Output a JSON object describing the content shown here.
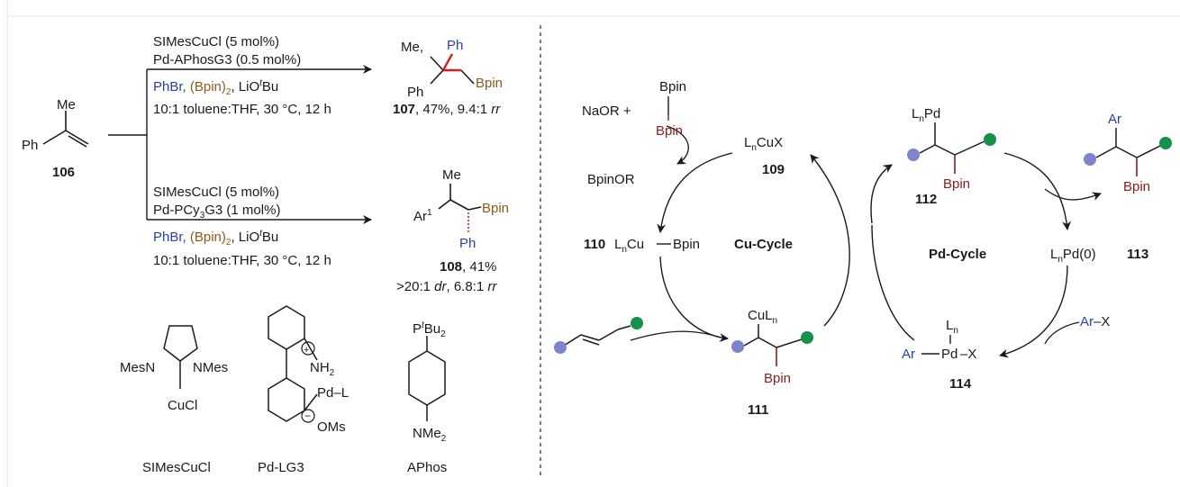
{
  "figure": {
    "colors": {
      "blue": "#2a3fa8",
      "brown": "#8b5a1a",
      "darkred": "#8a1c1c",
      "node_blue": "#7b84cc",
      "node_green": "#16904a"
    }
  },
  "left": {
    "start": {
      "me": "Me",
      "ph": "Ph",
      "id": "106"
    },
    "rxn1": {
      "cond1": "SIMesCuCl (5 mol%)",
      "cond2": "Pd-APhosG3 (0.5 mol%)",
      "cond3_phbr": "PhBr,",
      "cond3_bpin": "(Bpin)",
      "cond3_sub2": "2",
      "cond3_rest": ", LiO",
      "cond3_sup": "t",
      "cond3_bu": "Bu",
      "cond4": "10:1 toluene:THF, 30 °C, 12 h",
      "prod_me": "Me,",
      "prod_ph_top": "Ph",
      "prod_ph_left": "Ph",
      "prod_bpin": "Bpin",
      "label_id": "107",
      "label_rest": ", 47%, 9.4:1",
      "label_rr": "rr"
    },
    "rxn2": {
      "cond1": "SIMesCuCl (5 mol%)",
      "cond2a": "Pd-PCy",
      "cond2sub": "3",
      "cond2b": "G3 (1 mol%)",
      "cond3_phbr": "PhBr,",
      "cond3_bpin": "(Bpin)",
      "cond3_sub2": "2",
      "cond3_rest": ", LiO",
      "cond3_sup": "t",
      "cond3_bu": "Bu",
      "cond4": "10:1 toluene:THF, 30 °C, 12 h",
      "prod_me": "Me",
      "prod_ar": "Ar",
      "prod_ar_sup": "1",
      "prod_bpin": "Bpin",
      "prod_ph": "Ph",
      "label_id": "108",
      "label_rest": ", 41%",
      "label2a": ">20:1",
      "label2dr": "dr",
      "label2b": ", 6.8:1",
      "label2rr": "rr"
    },
    "structures": {
      "s1_mes_left": "MesN",
      "s1_mes_right": "NMes",
      "s1_cucl": "CuCl",
      "s1_name": "SIMesCuCl",
      "s2_nh": "NH",
      "s2_nh_sub": "2",
      "s2_pdl": "Pd–L",
      "s2_oms": "OMs",
      "s2_plus": "+",
      "s2_minus": "−",
      "s2_name": "Pd-LG3",
      "s3_p": "P",
      "s3_sup": "t",
      "s3_bu": "Bu",
      "s3_sub": "2",
      "s3_nme": "NMe",
      "s3_nme_sub": "2",
      "s3_name": "APhos"
    }
  },
  "right": {
    "naor": "NaOR +",
    "bpin_top": "Bpin",
    "bpin_bottom": "Bpin",
    "bpinor": "BpinOR",
    "cux_l": "L",
    "cux_n": "n",
    "cux_rest": "CuX",
    "id109": "109",
    "id110": "110",
    "lncu_l": "L",
    "lncu_n": "n",
    "lncu_rest": "Cu",
    "lncu_bpin": "Bpin",
    "cu_cycle": "Cu-Cycle",
    "pd_cycle": "Pd-Cycle",
    "i111_cu": "CuL",
    "i111_n": "n",
    "i111_bpin": "Bpin",
    "id111": "111",
    "i112_l": "L",
    "i112_n": "n",
    "i112_pd": "Pd",
    "i112_bpin": "Bpin",
    "id112": "112",
    "prod_ar": "Ar",
    "prod_bpin": "Bpin",
    "lnpd0_l": "L",
    "lnpd0_n": "n",
    "lnpd0_rest": "Pd(0)",
    "id113": "113",
    "arx_ar": "Ar",
    "arx_x": "–X",
    "i114_l": "L",
    "i114_n": "n",
    "i114_ar": "Ar",
    "i114_pd": "Pd",
    "i114_x": "–X",
    "id114": "114"
  }
}
